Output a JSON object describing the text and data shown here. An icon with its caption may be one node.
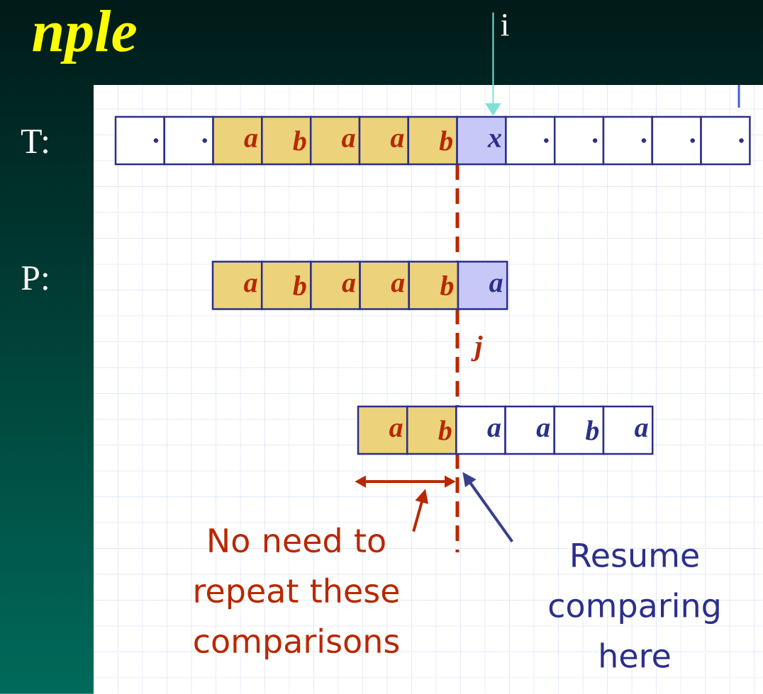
{
  "diagram": {
    "title": "nple",
    "nodes": [
      {
        "text": [
          "."
        ]
      },
      {
        "text": [
          "."
        ]
      },
      {
        "text": [
          "a"
        ]
      },
      {
        "text": [
          "b"
        ]
      },
      {
        "text": [
          "a"
        ]
      },
      {
        "text": [
          "a"
        ]
      },
      {
        "text": [
          "b"
        ]
      },
      {
        "text": [
          "x"
        ]
      },
      {
        "text": [
          "."
        ]
      },
      {
        "text": [
          "."
        ]
      },
      {
        "text": [
          "."
        ]
      },
      {
        "text": [
          "."
        ]
      },
      {
        "text": [
          "."
        ]
      },
      {
        "text": [
          "a"
        ]
      },
      {
        "text": [
          "b"
        ]
      },
      {
        "text": [
          "a"
        ]
      },
      {
        "text": [
          "a"
        ]
      },
      {
        "text": [
          "b"
        ]
      },
      {
        "text": [
          "a"
        ]
      },
      {
        "text": [
          "a"
        ]
      },
      {
        "text": [
          "b"
        ]
      },
      {
        "text": [
          "a"
        ]
      },
      {
        "text": [
          "a"
        ]
      },
      {
        "text": [
          "b"
        ]
      },
      {
        "text": [
          "a"
        ]
      },
      {
        "text": [
          "i"
        ]
      },
      {
        "text": [
          "No need to repeat these comparisons"
        ]
      },
      {
        "text": [
          "Resume comparing here"
        ]
      }
    ],
    "edges": [
      {
        "from": 25,
        "to": 7,
        "arrow": "to",
        "color": "#80e0d8"
      },
      {
        "from": 26,
        "to": null,
        "arrow": "to",
        "color": "#b82800"
      },
      {
        "from": 27,
        "to": 21,
        "arrow": "to",
        "color": "#3a3f8a"
      }
    ],
    "labels": [
      "T:",
      "P:",
      "j"
    ]
  }
}
